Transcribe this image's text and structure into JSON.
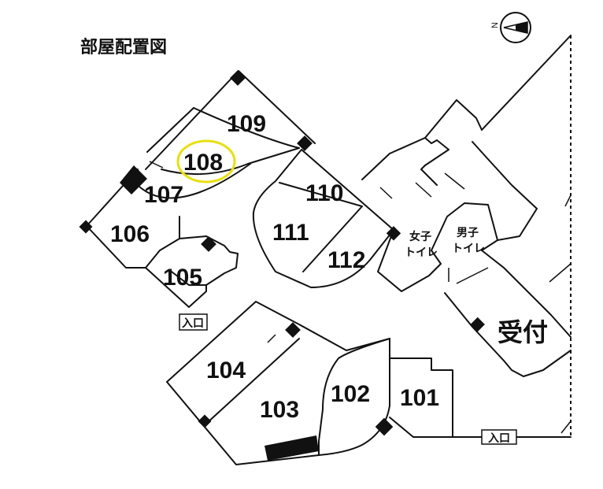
{
  "title": "部屋配置図",
  "compass": {
    "label": "N",
    "icon": "north-arrow-icon"
  },
  "highlight": {
    "room": "108",
    "color": "#e8df12"
  },
  "rooms": [
    {
      "id": "101",
      "label": "101"
    },
    {
      "id": "102",
      "label": "102"
    },
    {
      "id": "103",
      "label": "103"
    },
    {
      "id": "104",
      "label": "104"
    },
    {
      "id": "105",
      "label": "105"
    },
    {
      "id": "106",
      "label": "106"
    },
    {
      "id": "107",
      "label": "107"
    },
    {
      "id": "108",
      "label": "108"
    },
    {
      "id": "109",
      "label": "109"
    },
    {
      "id": "110",
      "label": "110"
    },
    {
      "id": "111",
      "label": "111"
    },
    {
      "id": "112",
      "label": "112"
    }
  ],
  "restrooms": {
    "women": {
      "line1": "女子",
      "line2": "トイレ"
    },
    "men": {
      "line1": "男子",
      "line2": "トイレ"
    }
  },
  "reception": {
    "label": "受付"
  },
  "entrances": [
    {
      "label": "入口"
    },
    {
      "label": "入口"
    }
  ]
}
